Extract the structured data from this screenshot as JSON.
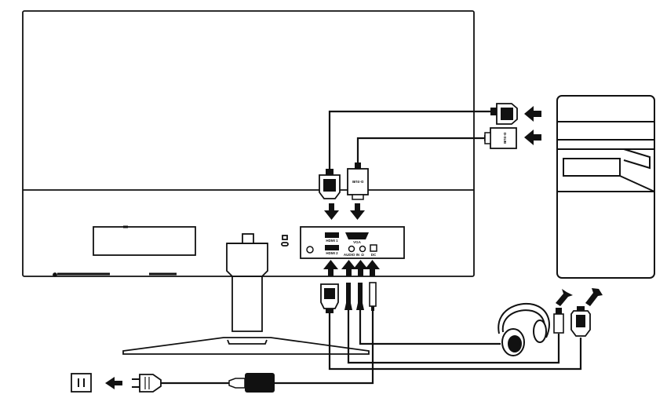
{
  "labels": {
    "hdmi_port_1": "HDMI 1",
    "hdmi_port_2": "HDMI 2",
    "vga_port": "VGA",
    "audio_in": "AUDIO IN",
    "headphone_out": "Ω",
    "dc_in": "DC",
    "dsub_connector": "D-SUB"
  },
  "colors": {
    "line": "#111111",
    "fill": "#ffffff",
    "dark": "#1a1a1a"
  },
  "icons": [
    "power-outlet-icon",
    "power-plug-icon",
    "power-adapter-icon",
    "headphones-icon",
    "computer-tower-icon",
    "hdmi-connector-icon",
    "vga-connector-icon",
    "audio-jack-icon",
    "arrow-icon"
  ]
}
